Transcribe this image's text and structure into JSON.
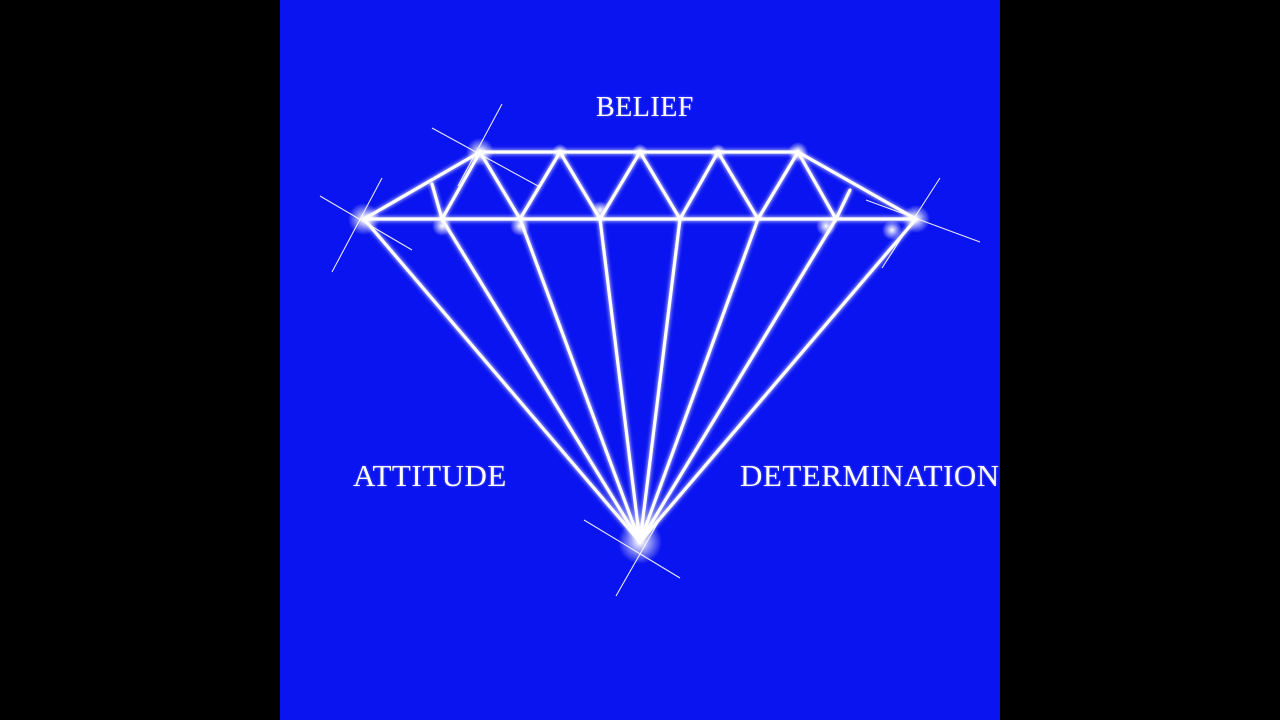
{
  "panel": {
    "background": "#0a14f0",
    "outer_background": "#000000",
    "line_color": "#ffffff"
  },
  "labels": {
    "top": "BELIEF",
    "left": "ATTITUDE",
    "right": "DETERMINATION"
  },
  "artwork": {
    "icon": "diamond-icon"
  }
}
